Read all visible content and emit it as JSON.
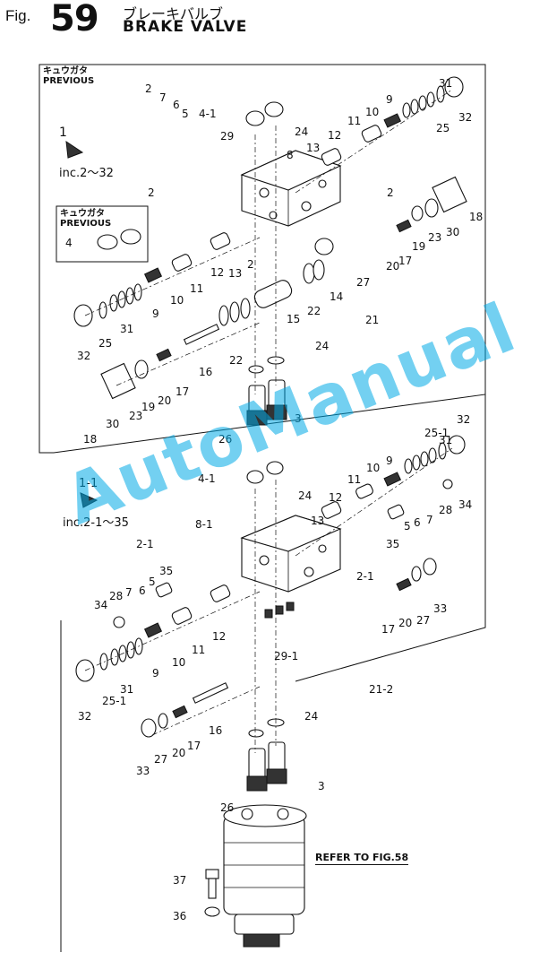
{
  "header": {
    "fig_prefix": "Fig.",
    "fig_number": "59",
    "title_jp": "ブレーキバルブ",
    "title_en": "BRAKE VALVE"
  },
  "previous_tag": {
    "jp": "キュウガタ",
    "en": "PREVIOUS"
  },
  "inset_tag": {
    "jp": "キュウガタ",
    "en": "PREVIOUS"
  },
  "upper_assembly": {
    "id": "1",
    "includes": "inc.2～32"
  },
  "lower_assembly": {
    "id": "1-1",
    "includes": "inc.2-1～35"
  },
  "reference": "REFER TO FIG.58",
  "watermark": "AutoManual",
  "callouts_upper": [
    "2",
    "7",
    "6",
    "5",
    "4-1",
    "24",
    "29",
    "13",
    "12",
    "8",
    "11",
    "10",
    "9",
    "31",
    "32",
    "25",
    "2",
    "2",
    "18",
    "30",
    "23",
    "19",
    "20",
    "17",
    "27",
    "14",
    "21",
    "22",
    "15",
    "4",
    "12",
    "13",
    "2",
    "10",
    "11",
    "9",
    "31",
    "25",
    "32",
    "16",
    "22",
    "24",
    "17",
    "20",
    "19",
    "23",
    "30",
    "18",
    "26",
    "3"
  ],
  "callouts_lower": [
    "4-1",
    "24",
    "12",
    "11",
    "10",
    "9",
    "31",
    "25-1",
    "32",
    "34",
    "28",
    "6",
    "7",
    "5",
    "35",
    "2-1",
    "8-1",
    "13",
    "2-1",
    "35",
    "5",
    "6",
    "7",
    "28",
    "34",
    "12",
    "11",
    "10",
    "9",
    "31",
    "25-1",
    "32",
    "16",
    "17",
    "20",
    "27",
    "33",
    "29-1",
    "21-2",
    "24",
    "17",
    "20",
    "27",
    "33",
    "26",
    "3",
    "37",
    "36"
  ]
}
